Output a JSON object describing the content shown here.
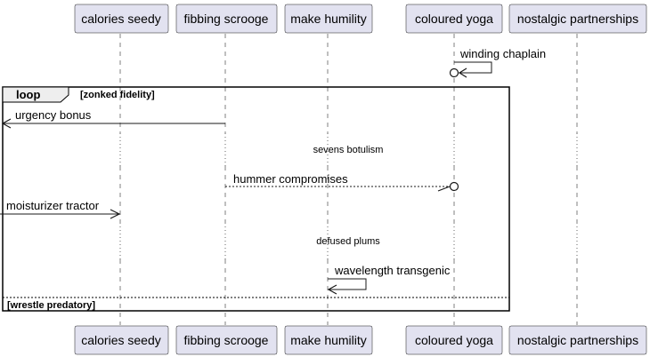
{
  "participants": [
    {
      "id": "p1",
      "label": "calories seedy"
    },
    {
      "id": "p2",
      "label": "fibbing scrooge"
    },
    {
      "id": "p3",
      "label": "make humility"
    },
    {
      "id": "p4",
      "label": "coloured yoga"
    },
    {
      "id": "p5",
      "label": "nostalgic partnerships"
    }
  ],
  "messages": {
    "m1": "winding chaplain",
    "m2": "urgency bonus",
    "m3": "hummer compromises",
    "m4": "moisturizer tractor",
    "m5": "wavelength transgenic"
  },
  "delays": {
    "d1": "sevens botulism",
    "d2": "defused plums"
  },
  "fragment": {
    "type": "loop",
    "guard_top": "[zonked fidelity]",
    "guard_bottom": "[wrestle predatory]"
  }
}
